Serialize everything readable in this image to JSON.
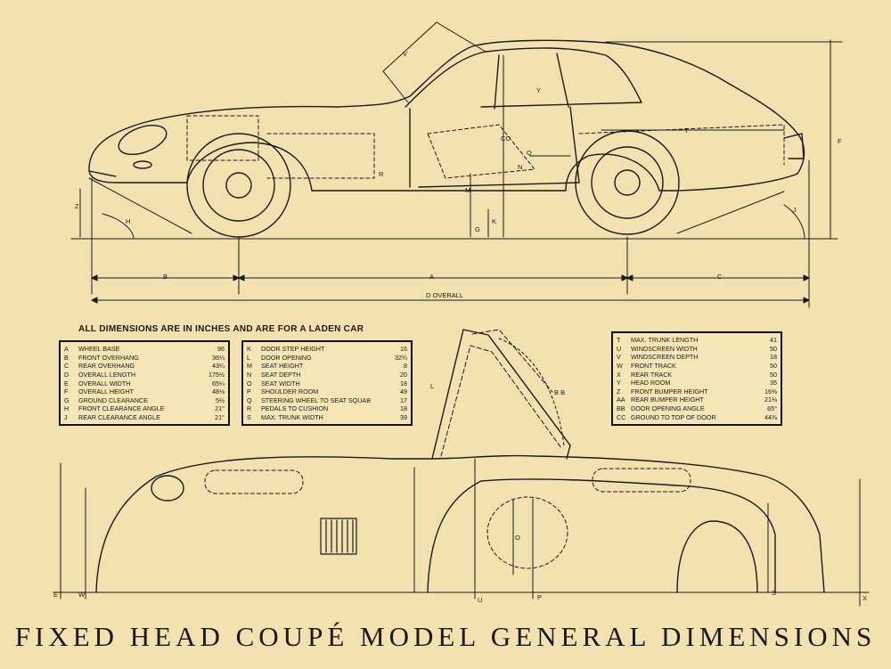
{
  "heading": "ALL DIMENSIONS ARE IN INCHES AND ARE FOR A LADEN CAR",
  "title": "FIXED HEAD COUPÉ MODEL GENERAL DIMENSIONS",
  "tables": {
    "left": [
      {
        "key": "A",
        "name": "WHEEL BASE",
        "value": "96"
      },
      {
        "key": "B",
        "name": "FRONT OVERHANG",
        "value": "36¼"
      },
      {
        "key": "C",
        "name": "REAR OVERHANG",
        "value": "43¼"
      },
      {
        "key": "D",
        "name": "OVERALL LENGTH",
        "value": "175½"
      },
      {
        "key": "E",
        "name": "OVERALL WIDTH",
        "value": "65¼"
      },
      {
        "key": "F",
        "name": "OVERALL HEIGHT",
        "value": "48⅛"
      },
      {
        "key": "G",
        "name": "GROUND CLEARANCE",
        "value": "5½"
      },
      {
        "key": "H",
        "name": "FRONT CLEARANCE ANGLE",
        "value": "21°"
      },
      {
        "key": "J",
        "name": "REAR CLEARANCE ANGLE",
        "value": "21°"
      }
    ],
    "middle": [
      {
        "key": "K",
        "name": "DOOR STEP HEIGHT",
        "value": "16"
      },
      {
        "key": "L",
        "name": "DOOR OPENING",
        "value": "32¾"
      },
      {
        "key": "M",
        "name": "SEAT HEIGHT",
        "value": "8"
      },
      {
        "key": "N",
        "name": "SEAT DEPTH",
        "value": "20"
      },
      {
        "key": "O",
        "name": "SEAT WIDTH",
        "value": "18"
      },
      {
        "key": "P",
        "name": "SHOULDER ROOM",
        "value": "49"
      },
      {
        "key": "Q",
        "name": "STEERING WHEEL TO SEAT SQUAB",
        "value": "17"
      },
      {
        "key": "R",
        "name": "PEDALS TO CUSHION",
        "value": "18"
      },
      {
        "key": "S",
        "name": "MAX. TRUNK WIDTH",
        "value": "39"
      }
    ],
    "right": [
      {
        "key": "T",
        "name": "MAX. TRUNK LENGTH",
        "value": "41"
      },
      {
        "key": "U",
        "name": "WINDSCREEN WIDTH",
        "value": "50"
      },
      {
        "key": "V",
        "name": "WINDSCREEN DEPTH",
        "value": "18"
      },
      {
        "key": "W",
        "name": "FRONT TRACK",
        "value": "50"
      },
      {
        "key": "X",
        "name": "REAR TRACK",
        "value": "50"
      },
      {
        "key": "Y",
        "name": "HEAD ROOM",
        "value": "35"
      },
      {
        "key": "Z",
        "name": "FRONT BUMPER HEIGHT",
        "value": "16⅜"
      },
      {
        "key": "AA",
        "name": "REAR BUMPER HEIGHT",
        "value": "21⅛"
      },
      {
        "key": "BB",
        "name": "DOOR OPENING ANGLE",
        "value": "65°"
      },
      {
        "key": "CC",
        "name": "GROUND TO TOP OF DOOR",
        "value": "44⅜"
      }
    ]
  },
  "dim_labels": {
    "A": "A",
    "B": "B",
    "C": "C",
    "D": "D OVERALL",
    "F": "F",
    "G": "G",
    "H": "H",
    "J": "J",
    "K": "K",
    "L": "L",
    "M": "M",
    "N": "N",
    "O": "O",
    "P": "P",
    "Q": "Q",
    "R": "R",
    "S": "S",
    "T": "T",
    "U": "U",
    "V": "V",
    "W": "W",
    "X": "X",
    "Y": "Y",
    "Z": "Z",
    "E": "E",
    "CC": "CC",
    "BB": "B B"
  }
}
